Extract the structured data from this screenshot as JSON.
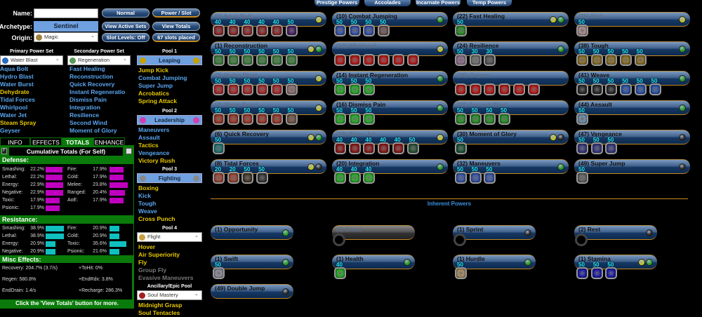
{
  "header": {
    "name_label": "Name:",
    "name_value": "",
    "archetype_label": "Archetype:",
    "archetype": "Sentinel",
    "origin_label": "Origin:",
    "origin": "Magic",
    "buttons": [
      "Normal",
      "Power / Slot",
      "View Active Sets",
      "View Totals",
      "Slot Levels: Off",
      "67 slots placed"
    ]
  },
  "sets": {
    "primary_label": "Primary Power Set",
    "primary": "Water Blast",
    "secondary_label": "Secondary Power Set",
    "secondary": "Regeneration",
    "primary_powers": [
      [
        "Aqua Bolt",
        "b"
      ],
      [
        "Hydro Blast",
        "b"
      ],
      [
        "Water Burst",
        "b"
      ],
      [
        "Dehydrate",
        "y"
      ],
      [
        "Tidal Forces",
        "b"
      ],
      [
        "Whirlpool",
        "b"
      ],
      [
        "Water Jet",
        "b"
      ],
      [
        "Steam Spray",
        "y"
      ],
      [
        "Geyser",
        "b"
      ]
    ],
    "secondary_powers": [
      [
        "Fast Healing",
        "b"
      ],
      [
        "Reconstruction",
        "b"
      ],
      [
        "Quick Recovery",
        "b"
      ],
      [
        "Instant Regeneratio",
        "b"
      ],
      [
        "Dismiss Pain",
        "b"
      ],
      [
        "Integration",
        "b"
      ],
      [
        "Resilience",
        "b"
      ],
      [
        "Second Wind",
        "b"
      ],
      [
        "Moment of Glory",
        "b"
      ]
    ]
  },
  "pools": [
    {
      "label": "Pool 1",
      "name": "Leaping",
      "color": "#c8a000",
      "powers": [
        [
          "Jump Kick",
          "y"
        ],
        [
          "Combat Jumping",
          "b"
        ],
        [
          "Super Jump",
          "b"
        ],
        [
          "Acrobatics",
          "y"
        ],
        [
          "Spring Attack",
          "y"
        ]
      ]
    },
    {
      "label": "Pool 2",
      "name": "Leadership",
      "color": "#d040b0",
      "powers": [
        [
          "Maneuvers",
          "b"
        ],
        [
          "Assault",
          "b"
        ],
        [
          "Tactics",
          "y"
        ],
        [
          "Vengeance",
          "b"
        ],
        [
          "Victory Rush",
          "y"
        ]
      ]
    },
    {
      "label": "Pool 3",
      "name": "Fighting",
      "color": "#888",
      "powers": [
        [
          "Boxing",
          "y"
        ],
        [
          "Kick",
          "b"
        ],
        [
          "Tough",
          "b"
        ],
        [
          "Weave",
          "b"
        ],
        [
          "Cross Punch",
          "y"
        ]
      ]
    },
    {
      "label": "Pool 4",
      "name": "Flight",
      "color": "#c8a040",
      "dropdown": true,
      "powers": [
        [
          "Hover",
          "y"
        ],
        [
          "Air Superiority",
          "y"
        ],
        [
          "Fly",
          "y"
        ],
        [
          "Group Fly",
          "g"
        ],
        [
          "Evasive Maneuvers",
          "g"
        ]
      ]
    },
    {
      "label": "Ancillary/Epic Pool",
      "name": "Soul Mastery",
      "color": "#a02020",
      "dropdown": true,
      "powers": [
        [
          "Midnight Grasp",
          "y"
        ],
        [
          "Soul Tentacles",
          "y"
        ]
      ]
    }
  ],
  "info": {
    "tabs": [
      "INFO",
      "EFFECTS",
      "TOTALS",
      "ENHANCE"
    ],
    "active_tab": "TOTALS",
    "title": "Cumulative Totals (For Self)",
    "defense_label": "Defense:",
    "defense": [
      [
        "Smashing:",
        "22.2%",
        22.2
      ],
      [
        "Lethal:",
        "22.2%",
        22.2
      ],
      [
        "Energy:",
        "22.9%",
        22.9
      ],
      [
        "Negative:",
        "22.9%",
        22.9
      ],
      [
        "Toxic:",
        "17.9%",
        17.9
      ],
      [
        "Psionic:",
        "17.9%",
        17.9
      ],
      [
        "Fire:",
        "17.9%",
        17.9
      ],
      [
        "Cold:",
        "17.9%",
        17.9
      ],
      [
        "Melee:",
        "23.8%",
        23.8
      ],
      [
        "Ranged:",
        "20.4%",
        20.4
      ],
      [
        "AoE:",
        "17.9%",
        17.9
      ]
    ],
    "resistance_label": "Resistance:",
    "resistance": [
      [
        "Smashing:",
        "38.9%",
        38.9
      ],
      [
        "Lethal:",
        "38.9%",
        38.9
      ],
      [
        "Energy:",
        "20.9%",
        20.9
      ],
      [
        "Negative:",
        "20.9%",
        20.9
      ],
      [
        "Fire:",
        "20.9%",
        20.9
      ],
      [
        "Cold:",
        "20.9%",
        20.9
      ],
      [
        "Toxic:",
        "35.6%",
        35.6
      ],
      [
        "Psionic:",
        "21.6%",
        21.6
      ]
    ],
    "misc_label": "Misc Effects:",
    "misc": [
      "Recovery: 204.7% (3.7/s)",
      "+ToHit: 0%",
      "Regen: 580.8%",
      "+EndRdx: 3.8%",
      "EndDrain: 1.4/s",
      "+Recharge: 286.3%"
    ],
    "footer": "Click the 'View Totals' button for more.",
    "defense_color": "#c000c0",
    "resistance_color": "#10c0c0"
  },
  "top_buttons": [
    "Prestige Powers",
    "Accolades",
    "Incarnate Powers",
    "Temp Powers"
  ],
  "inherent_label": "Inherent Powers",
  "powers": [
    [
      [
        "(1) Aqua Bolt",
        1,
        [
          "y"
        ],
        [
          [
            40,
            "#a33"
          ],
          [
            40,
            "#a33"
          ],
          [
            40,
            "#a33"
          ],
          [
            40,
            "#a33"
          ],
          [
            40,
            "#a33"
          ],
          [
            50,
            "#5a2a7a"
          ]
        ]
      ],
      [
        "(1) Reconstruction",
        0,
        [
          "y",
          "g"
        ],
        [
          [
            50,
            "#4a9a4a"
          ],
          [
            50,
            "#4a9a4a"
          ],
          [
            50,
            "#4a9a4a"
          ],
          [
            50,
            "#4a9a4a"
          ],
          [
            50,
            "#4a9a4a"
          ],
          [
            50,
            "#4a9a4a"
          ]
        ]
      ],
      [
        "(2) Hydro Blast",
        1,
        [
          "y"
        ],
        [
          [
            50,
            "#c33"
          ],
          [
            50,
            "#c33"
          ],
          [
            50,
            "#c33"
          ],
          [
            50,
            "#c33"
          ],
          [
            50,
            "#c33"
          ],
          [
            50,
            "#a88"
          ]
        ]
      ],
      [
        "(4) Water Burst",
        1,
        [
          "y"
        ],
        [
          [
            50,
            "#b43"
          ],
          [
            50,
            "#b43"
          ],
          [
            50,
            "#b43"
          ],
          [
            50,
            "#b43"
          ],
          [
            50,
            "#b43"
          ],
          [
            50,
            "#865"
          ]
        ]
      ],
      [
        "(6) Quick Recovery",
        0,
        [
          "y",
          "g"
        ],
        [
          [
            50,
            "#2a8a8a"
          ]
        ]
      ],
      [
        "(8) Tidal Forces",
        0,
        [
          "y",
          "k"
        ],
        [
          [
            20,
            "#b54"
          ],
          [
            20,
            "#b54"
          ],
          [
            50,
            "#543"
          ],
          [
            50,
            "#444"
          ]
        ]
      ]
    ],
    [
      [
        "(10) Combat Jumping",
        0,
        [
          "g"
        ],
        [
          [
            50,
            "#46c"
          ],
          [
            50,
            "#46c"
          ],
          [
            50,
            "#46c"
          ],
          [
            50,
            "#866"
          ]
        ]
      ],
      [
        "(12) Whirlpool",
        1,
        [
          "y"
        ],
        [
          [
            null,
            "#d22"
          ],
          [
            null,
            "#d22"
          ],
          [
            null,
            "#d22"
          ],
          [
            null,
            "#d22"
          ],
          [
            null,
            "#d22"
          ],
          [
            null,
            "#d22"
          ]
        ]
      ],
      [
        "(14) Instant Regeneration",
        0,
        [
          "g"
        ],
        [
          [
            50,
            "#3c3"
          ],
          [
            50,
            "#3c3"
          ],
          [
            50,
            "#3c3"
          ]
        ]
      ],
      [
        "(16) Dismiss Pain",
        0,
        [
          "g"
        ],
        [
          [
            50,
            "#3c3"
          ],
          [
            50,
            "#3c3"
          ],
          [
            50,
            "#3c3"
          ]
        ]
      ],
      [
        "(18) Water Jet",
        1,
        [
          "y"
        ],
        [
          [
            40,
            "#a22"
          ],
          [
            40,
            "#a22"
          ],
          [
            40,
            "#a22"
          ],
          [
            40,
            "#a22"
          ],
          [
            40,
            "#a22"
          ],
          [
            50,
            "#364"
          ]
        ]
      ],
      [
        "(20) Integration",
        0,
        [
          "g"
        ],
        [
          [
            40,
            "#3c3"
          ],
          [
            40,
            "#3c3"
          ],
          [
            40,
            "#3c3"
          ]
        ]
      ]
    ],
    [
      [
        "(22) Fast Healing",
        0,
        [
          "y",
          "g"
        ],
        [
          [
            50,
            "#3a3"
          ]
        ]
      ],
      [
        "(24) Resilience",
        0,
        [
          "g"
        ],
        [
          [
            50,
            "#a8a"
          ],
          [
            30,
            "#888"
          ],
          [
            30,
            "#666"
          ]
        ]
      ],
      [
        "(26) Geyser",
        1,
        [],
        [
          [
            null,
            "#d22"
          ],
          [
            null,
            "#d22"
          ],
          [
            null,
            "#d22"
          ],
          [
            null,
            "#d22"
          ],
          [
            null,
            "#d22"
          ],
          [
            null,
            "#d22"
          ]
        ]
      ],
      [
        "(28) Second Wind",
        1,
        [],
        [
          [
            50,
            "#3a3"
          ],
          [
            50,
            "#3a3"
          ],
          [
            50,
            "#3a3"
          ],
          [
            50,
            "#3a3"
          ]
        ]
      ],
      [
        "(30) Moment of Glory",
        0,
        [
          "y",
          "k"
        ],
        [
          [
            50,
            "#264"
          ]
        ]
      ],
      [
        "(32) Maneuvers",
        0,
        [
          "g"
        ],
        [
          [
            50,
            "#46c"
          ],
          [
            50,
            "#46c"
          ],
          [
            50,
            "#46c"
          ]
        ]
      ]
    ],
    [
      [
        "(35) Kick",
        1,
        [
          "y"
        ],
        [
          [
            50,
            "#caa"
          ]
        ]
      ],
      [
        "(38) Tough",
        0,
        [
          "g"
        ],
        [
          [
            50,
            "#a83"
          ],
          [
            50,
            "#a83"
          ],
          [
            50,
            "#a83"
          ],
          [
            50,
            "#a83"
          ],
          [
            50,
            "#a83"
          ]
        ]
      ],
      [
        "(41) Weave",
        0,
        [
          "g"
        ],
        [
          [
            50,
            "#333"
          ],
          [
            50,
            "#333"
          ],
          [
            50,
            "#333"
          ],
          [
            50,
            "#36c"
          ],
          [
            50,
            "#36c"
          ],
          [
            50,
            "#36c"
          ]
        ]
      ],
      [
        "(44) Assault",
        0,
        [
          "g"
        ],
        [
          [
            50,
            "#8ac"
          ]
        ]
      ],
      [
        "(47) Vengeance",
        0,
        [
          "k"
        ],
        [
          [
            50,
            "#449"
          ],
          [
            50,
            "#449"
          ],
          [
            50,
            "#449"
          ]
        ]
      ],
      [
        "(49) Super Jump",
        0,
        [
          "k"
        ],
        [
          [
            50,
            "#777"
          ]
        ]
      ]
    ]
  ],
  "inherent": [
    [
      "(1) Opportunity",
      0,
      [
        "g"
      ],
      []
    ],
    [
      "(1) Brawl",
      2,
      [],
      "empty"
    ],
    [
      "(1) Sprint",
      0,
      [
        "k"
      ],
      "empty"
    ],
    [
      "(2) Rest",
      0,
      [
        "k"
      ],
      "empty"
    ],
    [
      "(1) Swift",
      0,
      [
        "g"
      ],
      [
        [
          50,
          "#aab"
        ]
      ]
    ],
    [
      "(1) Health",
      0,
      [
        "g"
      ],
      [
        [
          40,
          "#3c3"
        ]
      ]
    ],
    [
      "(1) Hurdle",
      0,
      [
        "g"
      ],
      [
        [
          50,
          "#ca7"
        ]
      ]
    ],
    [
      "(1) Stamina",
      0,
      [
        "y",
        "g"
      ],
      [
        [
          50,
          "#22c"
        ],
        [
          50,
          "#22c"
        ],
        [
          50,
          "#22c"
        ]
      ]
    ],
    [
      "(49) Double Jump",
      0,
      [
        "k"
      ],
      []
    ]
  ],
  "dot_colors": {
    "y": "#c8c820",
    "g": "#20a020",
    "k": "#222"
  }
}
